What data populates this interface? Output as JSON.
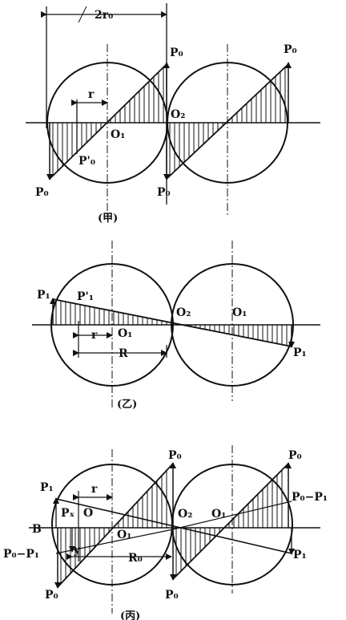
{
  "figure_a": {
    "dimension": "2r₀",
    "r": "r",
    "p0_top_left": "P₀",
    "p0_top_right": "P₀",
    "p0_bottom_1": "P₀",
    "p0_bottom_2": "P₀",
    "p_prime_0": "P'₀",
    "o1": "O₁",
    "o2": "O₂",
    "caption": "(甲)"
  },
  "figure_b": {
    "p1_left": "P₁",
    "p_prime_1": "P'₁",
    "o2": "O₂",
    "o1_right": "O₁",
    "r": "r",
    "o1_left": "O₁",
    "R": "R",
    "p1_right": "P₁",
    "caption": "(乙)"
  },
  "figure_c": {
    "p0_top_1": "P₀",
    "p0_top_2": "P₀",
    "p1_left": "P₁",
    "r": "r",
    "px": "Pₓ",
    "o": "O",
    "b": "B",
    "o1_left": "O₁",
    "o2": "O₂",
    "o1_right": "O₁",
    "p0_minus_p1_left": "P₀−P₁",
    "p0_minus_p1_right": "P₀−P₁",
    "y": "y",
    "R0": "R₀",
    "p1_right": "P₁",
    "p0_bottom_1": "P₀",
    "p0_bottom_2": "P₀",
    "caption": "(丙)"
  }
}
